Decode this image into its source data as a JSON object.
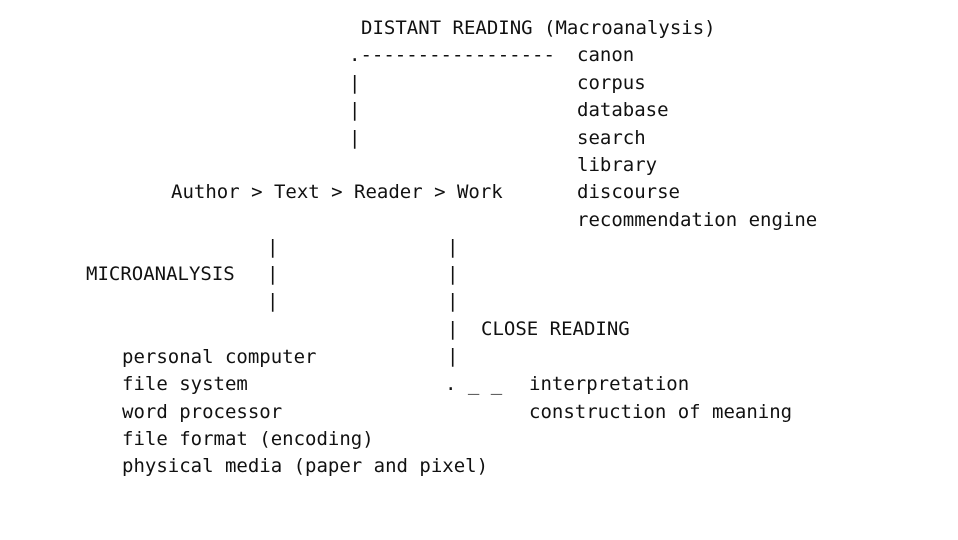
{
  "distant": {
    "title": "DISTANT READING (Macroanalysis)",
    "branch": ".-----------------",
    "bar": "|",
    "items": [
      "canon",
      "corpus",
      "database",
      "search",
      "library",
      "discourse",
      "recommendation engine"
    ]
  },
  "chain": {
    "text": "Author > Text > Reader > Work"
  },
  "micro": {
    "label": "MICROANALYSIS",
    "bar": "|",
    "items": [
      "personal computer",
      "file system",
      "word processor",
      "file format (encoding)",
      "physical media (paper and pixel)"
    ]
  },
  "close": {
    "label": "CLOSE READING",
    "bar": "|",
    "connector": ". _ _",
    "items": [
      "interpretation",
      "construction of meaning"
    ]
  }
}
